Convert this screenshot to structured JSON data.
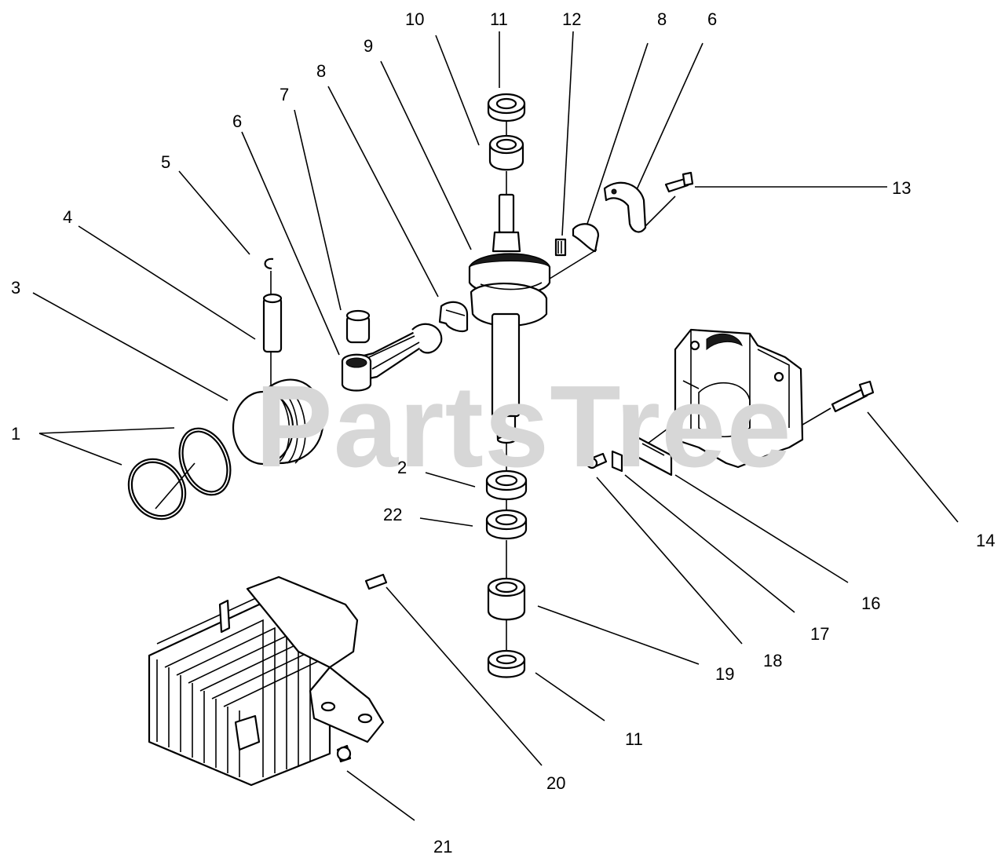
{
  "watermark": {
    "text": "PartsTree",
    "color": "#d7d7d7"
  },
  "callouts": [
    {
      "id": "c1",
      "text": "1"
    },
    {
      "id": "c2",
      "text": "2"
    },
    {
      "id": "c3",
      "text": "3"
    },
    {
      "id": "c4",
      "text": "4"
    },
    {
      "id": "c5",
      "text": "5"
    },
    {
      "id": "c6a",
      "text": "6"
    },
    {
      "id": "c6b",
      "text": "6"
    },
    {
      "id": "c7",
      "text": "7"
    },
    {
      "id": "c8a",
      "text": "8"
    },
    {
      "id": "c8b",
      "text": "8"
    },
    {
      "id": "c9",
      "text": "9"
    },
    {
      "id": "c10",
      "text": "10"
    },
    {
      "id": "c11a",
      "text": "11"
    },
    {
      "id": "c11b",
      "text": "11"
    },
    {
      "id": "c12",
      "text": "12"
    },
    {
      "id": "c13",
      "text": "13"
    },
    {
      "id": "c14",
      "text": "14"
    },
    {
      "id": "c16",
      "text": "16"
    },
    {
      "id": "c17",
      "text": "17"
    },
    {
      "id": "c18",
      "text": "18"
    },
    {
      "id": "c19",
      "text": "19"
    },
    {
      "id": "c20",
      "text": "20"
    },
    {
      "id": "c21",
      "text": "21"
    },
    {
      "id": "c22",
      "text": "22"
    }
  ]
}
